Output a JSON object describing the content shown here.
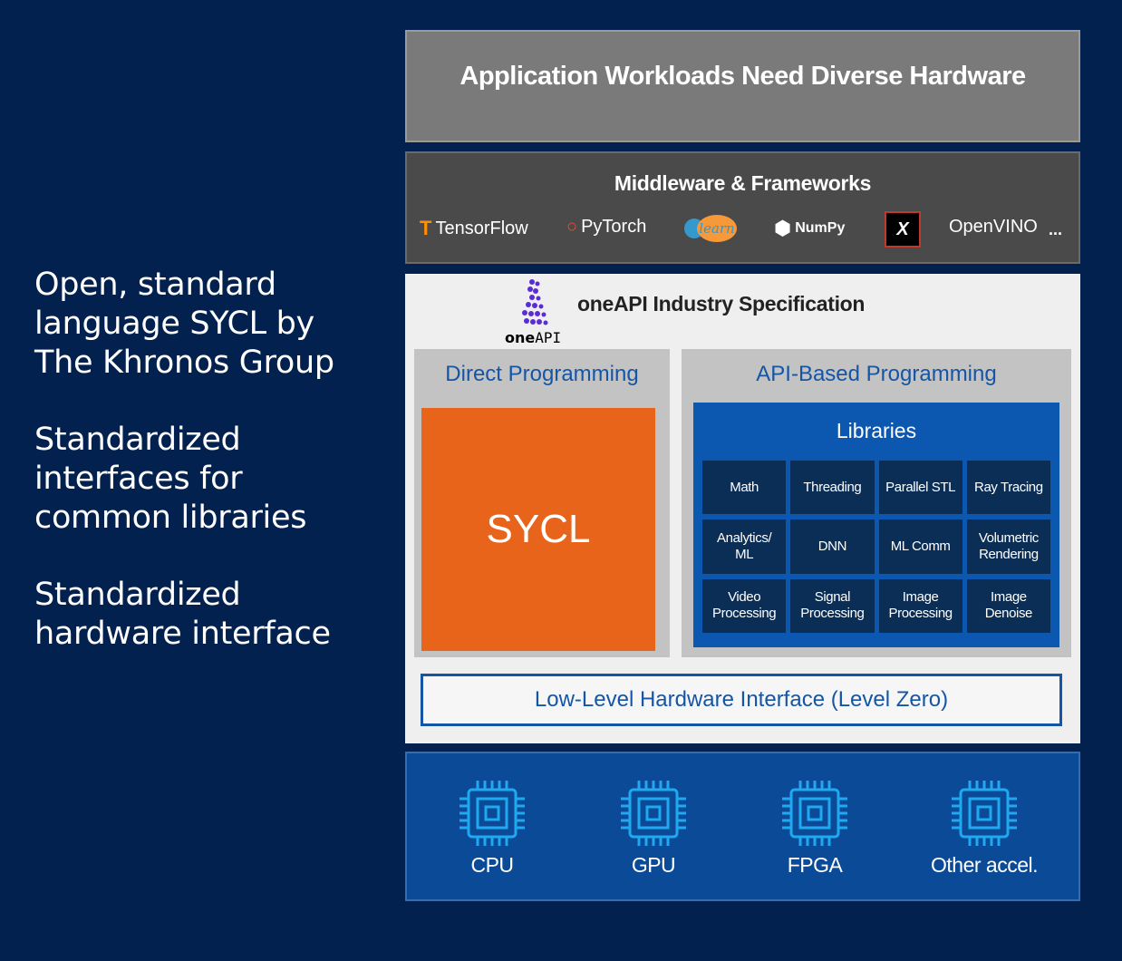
{
  "left_panel": {
    "p1": "Open, standard\nlanguage SYCL by\nThe Khronos Group",
    "p2": "Standardized\ninterfaces for\ncommon libraries",
    "p3": "Standardized\nhardware interface"
  },
  "top_banner": "Application Workloads Need Diverse Hardware",
  "middleware": {
    "title": "Middleware & Frameworks",
    "frameworks": [
      "TensorFlow",
      "PyTorch",
      "learn",
      "NumPy",
      "X",
      "OpenVINO",
      "..."
    ]
  },
  "spec": {
    "logo_text_bold": "one",
    "logo_text_rest": "API",
    "title": "oneAPI Industry Specification",
    "direct_programming": "Direct Programming",
    "sycl": "SYCL",
    "api_based": "API-Based Programming",
    "libraries_title": "Libraries",
    "libraries": [
      "Math",
      "Threading",
      "Parallel STL",
      "Ray Tracing",
      "Analytics/\nML",
      "DNN",
      "ML Comm",
      "Volumetric\nRendering",
      "Video\nProcessing",
      "Signal\nProcessing",
      "Image\nProcessing",
      "Image\nDenoise"
    ],
    "low_level": "Low-Level Hardware Interface (Level Zero)"
  },
  "hardware": [
    "CPU",
    "GPU",
    "FPGA",
    "Other accel."
  ],
  "colors": {
    "background": "#02214f",
    "sycl": "#e8641b",
    "libraries": "#0c57b0",
    "accent_text": "#1555a6",
    "chip": "#1fa9f0"
  },
  "icons": [
    "tensorflow-icon",
    "pytorch-icon",
    "scikit-learn-icon",
    "numpy-icon",
    "xgboost-icon",
    "oneapi-logo",
    "chip-icon"
  ]
}
